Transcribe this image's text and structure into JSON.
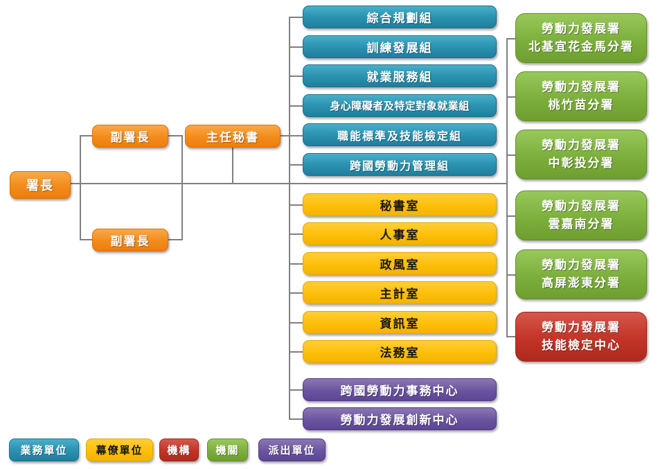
{
  "colors": {
    "orange": "#F28C1B",
    "teal": "#2D95B4",
    "yellow": "#FCBD06",
    "green": "#7DAF3D",
    "red": "#C23427",
    "purple": "#6B549F",
    "connector": "#7F7F7F"
  },
  "org": {
    "director_general": "署長",
    "deputy_director_1": "副署長",
    "deputy_director_2": "副署長",
    "chief_secretary": "主任秘書",
    "business_units": [
      "綜合規劃組",
      "訓練發展組",
      "就業服務組",
      "身心障礙者及特定對象就業組",
      "職能標準及技能檢定組",
      "跨國勞動力管理組"
    ],
    "staff_units": [
      "秘書室",
      "人事室",
      "政風室",
      "主計室",
      "資訊室",
      "法務室"
    ],
    "dispatch_centers": [
      "跨國勞動力事務中心",
      "勞動力發展創新中心"
    ],
    "branch_offices": [
      {
        "line1": "勞動力發展署",
        "line2": "北基宜花金馬分署"
      },
      {
        "line1": "勞動力發展署",
        "line2": "桃竹苗分署"
      },
      {
        "line1": "勞動力發展署",
        "line2": "中彰投分署"
      },
      {
        "line1": "勞動力發展署",
        "line2": "雲嘉南分署"
      },
      {
        "line1": "勞動力發展署",
        "line2": "高屏澎東分署"
      }
    ],
    "skill_center": {
      "line1": "勞動力發展署",
      "line2": "技能檢定中心"
    }
  },
  "legend": {
    "items": [
      {
        "label": "業務單位"
      },
      {
        "label": "幕僚單位"
      },
      {
        "label": "機構"
      },
      {
        "label": "機關"
      },
      {
        "label": "派出單位"
      }
    ]
  }
}
